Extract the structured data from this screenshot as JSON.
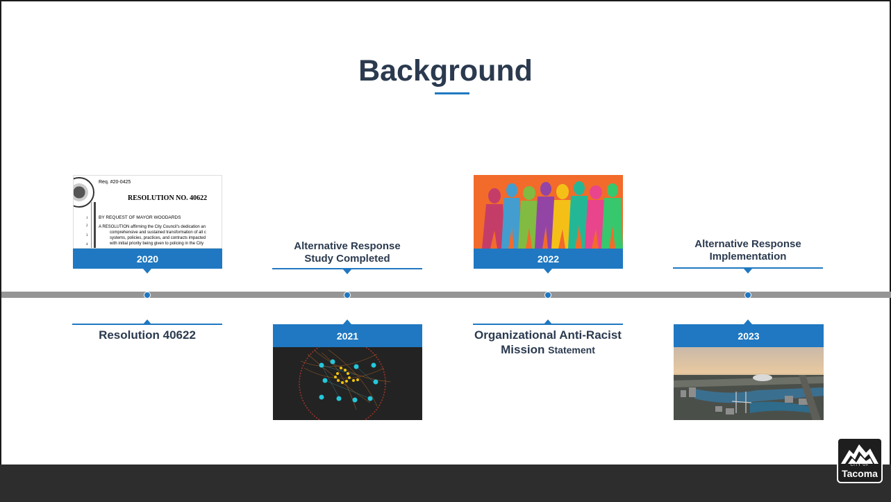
{
  "slide": {
    "title": "Background"
  },
  "milestones": [
    {
      "year": "2020",
      "label": "Resolution 40622",
      "image": "resolution-document"
    },
    {
      "year": "2021",
      "label": "Alternative Response Study Completed",
      "label_line1": "Alternative Response",
      "label_line2": "Study Completed",
      "image": "network-graph"
    },
    {
      "year": "2022",
      "label_line1": "Organizational Anti-Racist",
      "label_line2_bold": "Mission",
      "label_line2_small": "Statement",
      "image": "walking-people-silhouettes"
    },
    {
      "year": "2023",
      "label_line1": "Alternative Response",
      "label_line2": "Implementation",
      "image": "tacoma-aerial-city"
    }
  ],
  "resolution_doc": {
    "req": "Req. #20-0425",
    "heading": "RESOLUTION NO. 40622",
    "line_numbers": [
      "1",
      "2",
      "3",
      "4"
    ],
    "by_request": "BY REQUEST OF MAYOR WOODARDS",
    "text1": "A RESOLUTION affirming the City Council's dedication an",
    "text2": "comprehensive and sustained transformation of all c",
    "text3": "systems, policies, practices, and contracts impacted",
    "text4": "with initial priority being given to policing in the City"
  },
  "logo": {
    "small": "CITY OF",
    "name": "Tacoma",
    "icon": "mountain-icon"
  },
  "colors": {
    "accent": "#1f78c1",
    "title": "#2b3a4f",
    "timeline": "#959595",
    "footer": "#2d2d2d"
  }
}
